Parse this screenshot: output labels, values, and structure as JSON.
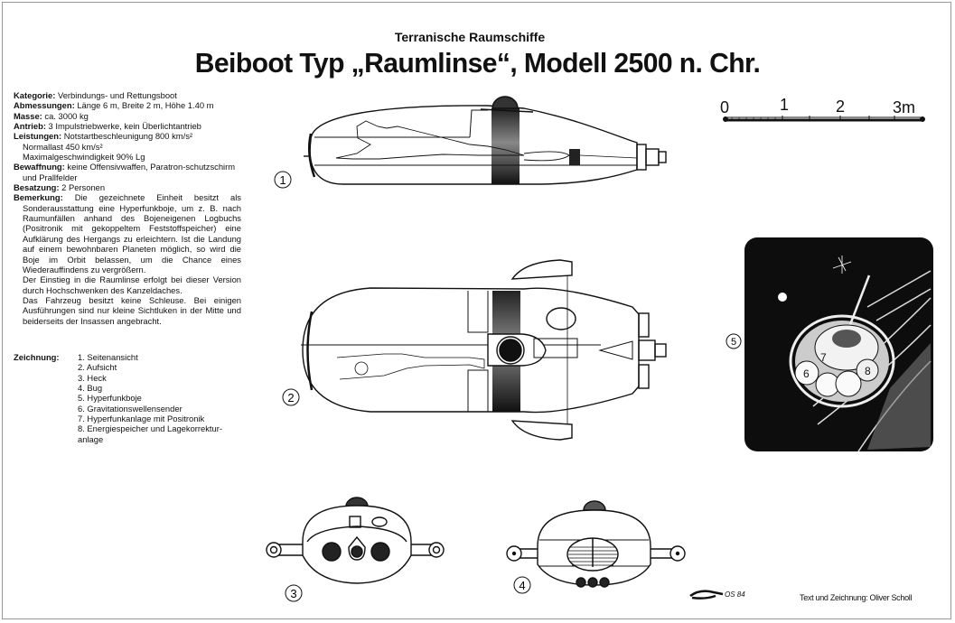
{
  "header": {
    "subtitle": "Terranische Raumschiffe",
    "title": "Beiboot Typ „Raumlinse“, Modell 2500 n. Chr."
  },
  "specs": {
    "kategorie_label": "Kategorie:",
    "kategorie": "Verbindungs- und Rettungsboot",
    "abmessungen_label": "Abmessungen:",
    "abmessungen": "Länge 6 m, Breite 2 m, Höhe 1.40 m",
    "masse_label": "Masse:",
    "masse": "ca. 3000 kg",
    "antrieb_label": "Antrieb:",
    "antrieb": "3 Impulstriebwerke, kein Überlichtantrieb",
    "leistungen_label": "Leistungen:",
    "leistungen": [
      "Notstartbeschleunigung 800 km/s²",
      "Normallast 450 km/s²",
      "Maximalgeschwindigkeit 90% Lg"
    ],
    "bewaffnung_label": "Bewaffnung:",
    "bewaffnung": "keine Offensivwaffen, Paratron-schutzschirm und Prallfelder",
    "besatzung_label": "Besatzung:",
    "besatzung": "2 Personen",
    "bemerkung_label": "Bemerkung:",
    "bemerkung": [
      "Die gezeichnete Einheit besitzt als Sonderausstattung eine Hyperfunkboje, um z. B. nach Raumunfällen anhand des Bojeneigenen Logbuchs (Positronik mit gekoppeltem Feststoff­speicher) eine Aufklärung des Hergangs zu er­leichtern. Ist die Landung auf einem bewohnbaren Planeten möglich, so wird die Boje im Orbit belas­sen, um die Chance eines Wiederauffindens zu vergrößern.",
      "Der Einstieg in die Raumlinse erfolgt bei dieser Version durch Hochschwenken des Kanzelda­ches.",
      "Das Fahrzeug besitzt keine Schleuse. Bei einigen Ausführungen sind nur kleine Sichtluken in der Mitte und beiderseits der Insassen angebracht."
    ]
  },
  "legend": {
    "label": "Zeichnung:",
    "items": [
      "1. Seitenansicht",
      "2. Aufsicht",
      "3. Heck",
      "4. Bug",
      "5. Hyperfunkboje",
      "6. Gravitationswellensender",
      "7. Hyperfunkanlage mit Positronik",
      "8. Energiespeicher und Lagekorrektur-",
      "anlage"
    ]
  },
  "figures": {
    "markers": [
      "1",
      "2",
      "3",
      "4",
      "5"
    ],
    "buoy_labels": [
      "6",
      "7",
      "8"
    ]
  },
  "scale": {
    "ticks": [
      "0",
      "1",
      "2",
      "3m"
    ]
  },
  "footer": {
    "signature": "OS 84",
    "credit": "Text und Zeichnung: Oliver Scholl"
  },
  "colors": {
    "ink": "#111111",
    "paper": "#ffffff",
    "band": "#333333"
  }
}
